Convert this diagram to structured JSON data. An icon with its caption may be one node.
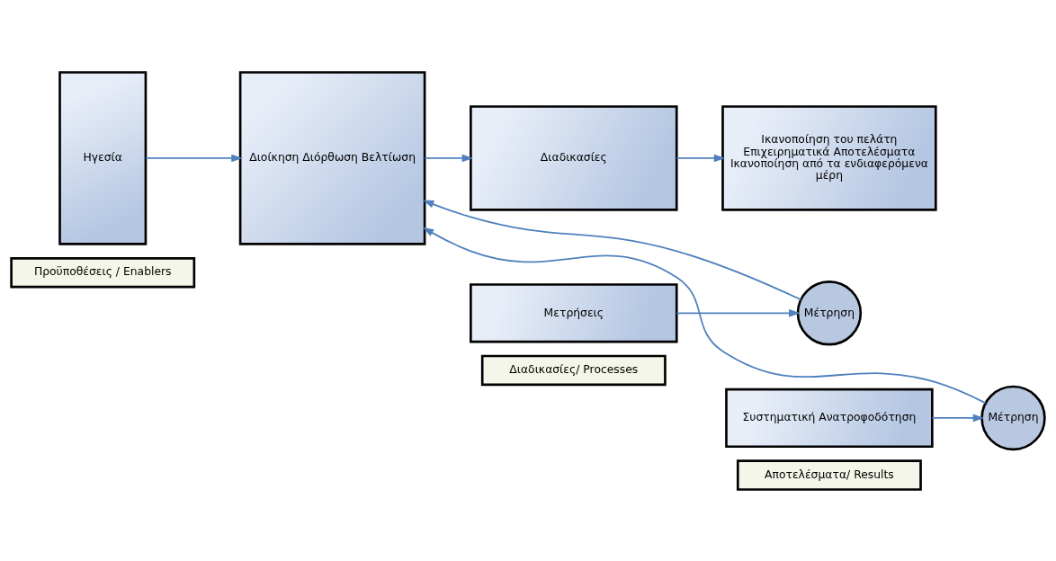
{
  "diagram": {
    "nodes": [
      {
        "text": [
          "Προϋποθέσεις / Enablers"
        ]
      },
      {
        "text": [
          "Διαδικασίες/ Processes"
        ]
      },
      {
        "text": [
          "Αποτελέσματα/ Results"
        ]
      },
      {
        "text": [
          "Ηγεσία"
        ]
      },
      {
        "text": [
          "Διοίκηση Διόρθωση Βελτίωση"
        ]
      },
      {
        "text": [
          "Διαδικασίες"
        ]
      },
      {
        "text": [
          "Μετρήσεις"
        ]
      },
      {
        "text": [
          "Ικανοποίηση του πελάτη Επιχειρηματικά Αποτελέσματα Ικανοποίηση από τα ενδιαφερόμενα μέρη"
        ]
      },
      {
        "text": [
          "Συστηματική Ανατροφοδότηση"
        ]
      },
      {
        "text": [
          "Μέτρηση"
        ]
      },
      {
        "text": [
          "Μέτρηση"
        ]
      }
    ],
    "edges": [
      {
        "from": 3,
        "to": 4,
        "arrow": "to"
      },
      {
        "from": 4,
        "to": 5,
        "arrow": "to"
      },
      {
        "from": 5,
        "to": 7,
        "arrow": "to"
      },
      {
        "from": 6,
        "to": 9,
        "arrow": "to"
      },
      {
        "from": 8,
        "to": 10,
        "arrow": "to"
      },
      {
        "from": 9,
        "to": 4,
        "arrow": "to"
      },
      {
        "from": 10,
        "to": 4,
        "arrow": "to"
      }
    ]
  }
}
